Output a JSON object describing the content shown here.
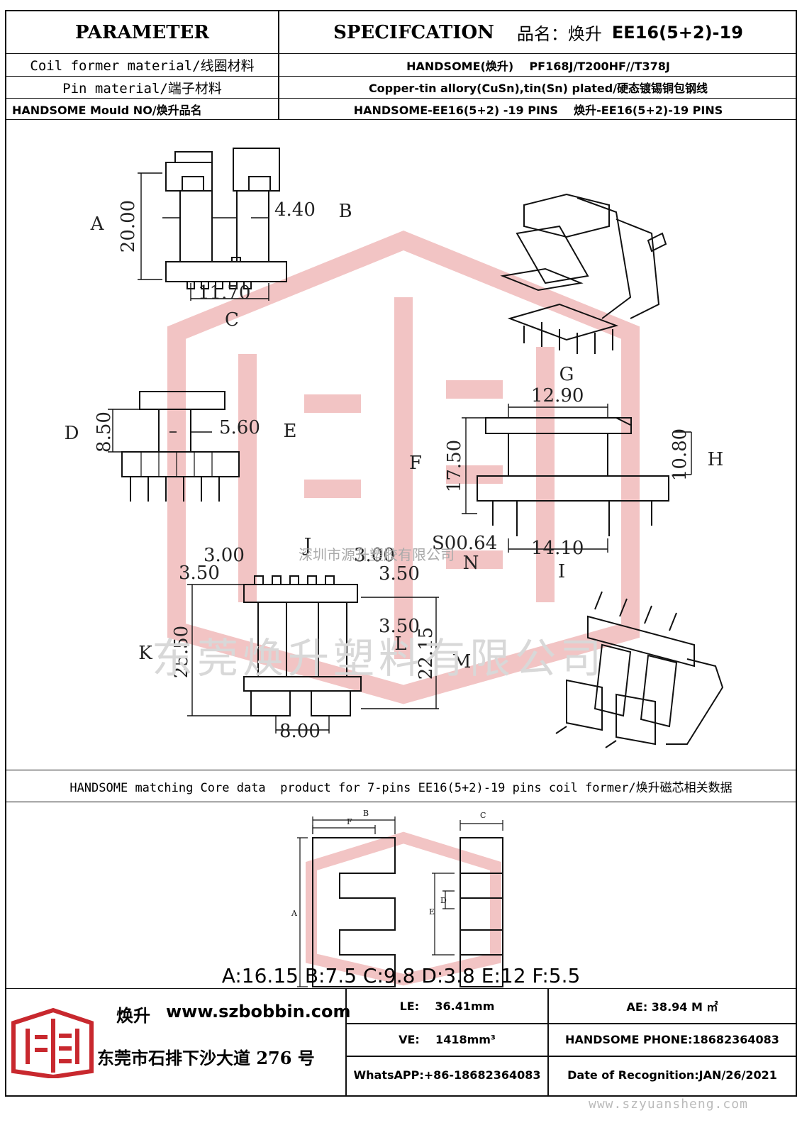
{
  "header": {
    "parameter": "PARAMETER",
    "specification": "SPECIFCATION",
    "product_name_label": "品名：焕升",
    "product_model": "EE16(5+2)-19"
  },
  "rows": [
    {
      "label": "Coil former material/线圈材料",
      "value": "HANDSOME(焕升)    PF168J/T200HF//T378J"
    },
    {
      "label": "Pin material/端子材料",
      "value": "Copper-tin allory(CuSn),tin(Sn) plated/硬态镀锡铜包钢线"
    },
    {
      "label": "HANDSOME Mould NO/焕升品名",
      "value": "HANDSOME-EE16(5+2) -19 PINS    焕升-EE16(5+2)-19 PINS"
    }
  ],
  "dimensions": {
    "A": "A",
    "B": "B",
    "C": "C",
    "D": "D",
    "E": "E",
    "F": "F",
    "G": "G",
    "H": "H",
    "I": "I",
    "J": "J",
    "K": "K",
    "L": "L",
    "M": "M",
    "N": "N",
    "A_val": "20.00",
    "B_val": "4.40",
    "C_val": "11.70",
    "D_val": "8.50",
    "E_val": "5.60",
    "F_val": "17.50",
    "G_val": "12.90",
    "H_val": "10.80",
    "I_val": "14.10",
    "N_val": "S00.64",
    "J_val": "3.00",
    "J2_val": "3.50",
    "J3_val": "3.00",
    "J4_val": "3.50",
    "K_val": "25.50",
    "L_val": "3.50",
    "M_val": "22.15",
    "bottom_val": "8.00"
  },
  "watermarks": {
    "company_big": "东莞焕升塑料有限公司",
    "company_small": "深圳市源升塑胶有限公司",
    "site": "www.szyuansheng.com"
  },
  "core_section": {
    "title": "HANDSOME matching Core data  product for 7-pins EE16(5+2)-19 pins coil former/焕升磁芯相关数据",
    "letters": {
      "A": "A",
      "B": "B",
      "C": "C",
      "D": "D",
      "E": "E",
      "F": "F"
    },
    "formula": "A:16.15 B:7.5 C:9.8 D:3.8 E:12 F:5.5"
  },
  "footer": {
    "brand": "焕升",
    "website": "www.szbobbin.com",
    "address": "东莞市石排下沙大道 276 号",
    "le": "LE:    36.41mm",
    "ae": "AE: 38.94 M ㎡",
    "ve": "VE:    1418mm³",
    "phone": "HANDSOME PHONE:18682364083",
    "whatsapp": "WhatsAPP:+86-18682364083",
    "date": "Date of Recognition:JAN/26/2021"
  },
  "colors": {
    "logo_red": "#c8282e",
    "watermark_red": "#f2c4c4",
    "line": "#111111"
  }
}
